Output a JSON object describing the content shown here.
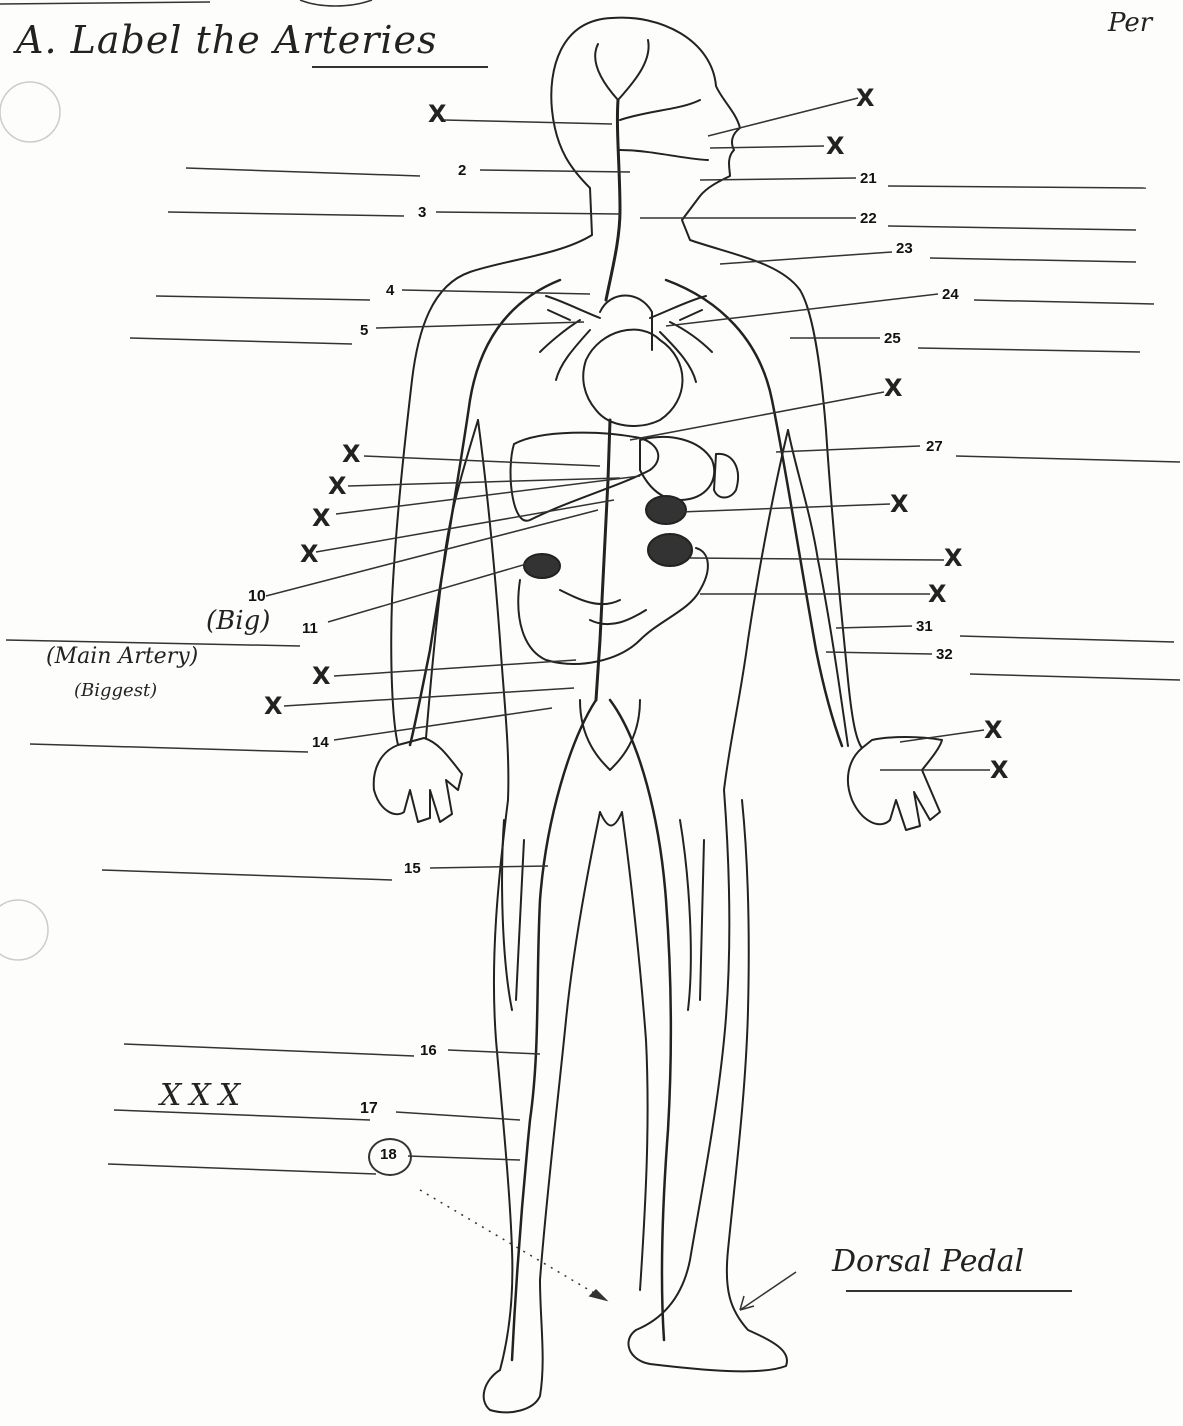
{
  "title": "A. Label the Arteries",
  "per_label": "Per",
  "numbers": {
    "n2": "2",
    "n3": "3",
    "n4": "4",
    "n5": "5",
    "n11": "11",
    "n14": "14",
    "n15": "15",
    "n16": "16",
    "n18": "18",
    "n21": "21",
    "n22": "22",
    "n23": "23",
    "n24": "24",
    "n25": "25",
    "n27": "27",
    "n31": "31",
    "n32": "32"
  },
  "crossed": {
    "c1": "X",
    "c19": "X",
    "c20": "X",
    "c6": "X",
    "c7": "X",
    "c8": "X",
    "c9": "X",
    "c10": "10",
    "c12": "X",
    "c13": "X",
    "c17": "17",
    "c26": "X",
    "c28": "X",
    "c29": "X",
    "c30": "X",
    "c33": "X",
    "c34": "X"
  },
  "annotations": {
    "big": "(Big)",
    "main_artery": "(Main Artery)",
    "biggest": "(Biggest)",
    "xxx": "XXX",
    "dorsal_pedal": "Dorsal Pedal"
  }
}
